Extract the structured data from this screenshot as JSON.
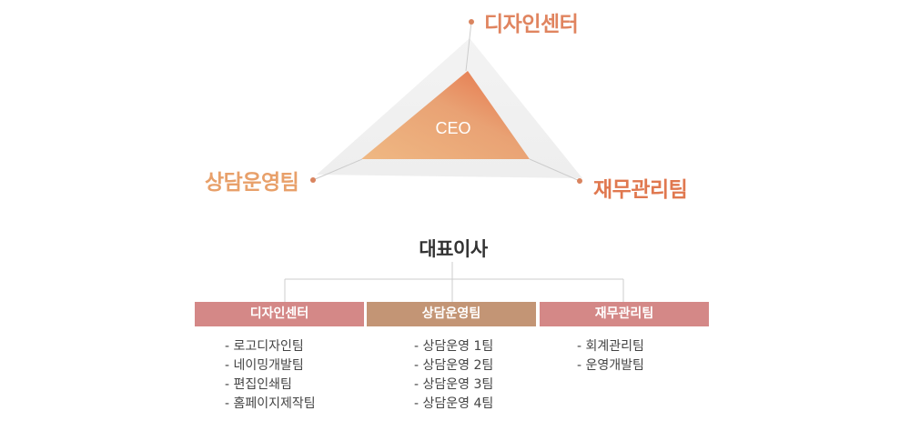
{
  "triangle": {
    "center_label": "CEO",
    "vertices": {
      "top": "디자인센터",
      "left": "상담운영팀",
      "right": "재무관리팀"
    }
  },
  "org": {
    "top_title": "대표이사",
    "teams": [
      {
        "name": "디자인센터",
        "color": "#d48887",
        "subteams": [
          "로고디자인팀",
          "네이밍개발팀",
          "편집인쇄팀",
          "홈페이지제작팀"
        ]
      },
      {
        "name": "상담운영팀",
        "color": "#c39575",
        "subteams": [
          "상담운영 1팀",
          "상담운영 2팀",
          "상담운영 3팀",
          "상담운영 4팀"
        ]
      },
      {
        "name": "재무관리팀",
        "color": "#d48887",
        "subteams": [
          "회계관리팀",
          "운영개발팀"
        ]
      }
    ]
  },
  "colors": {
    "accent_orange": "#e0845f",
    "triangle_light": "#eeb07c",
    "triangle_dark": "#e47a4e",
    "outer_triangle": "#f1f1f1",
    "connector_line": "#cccccc"
  }
}
